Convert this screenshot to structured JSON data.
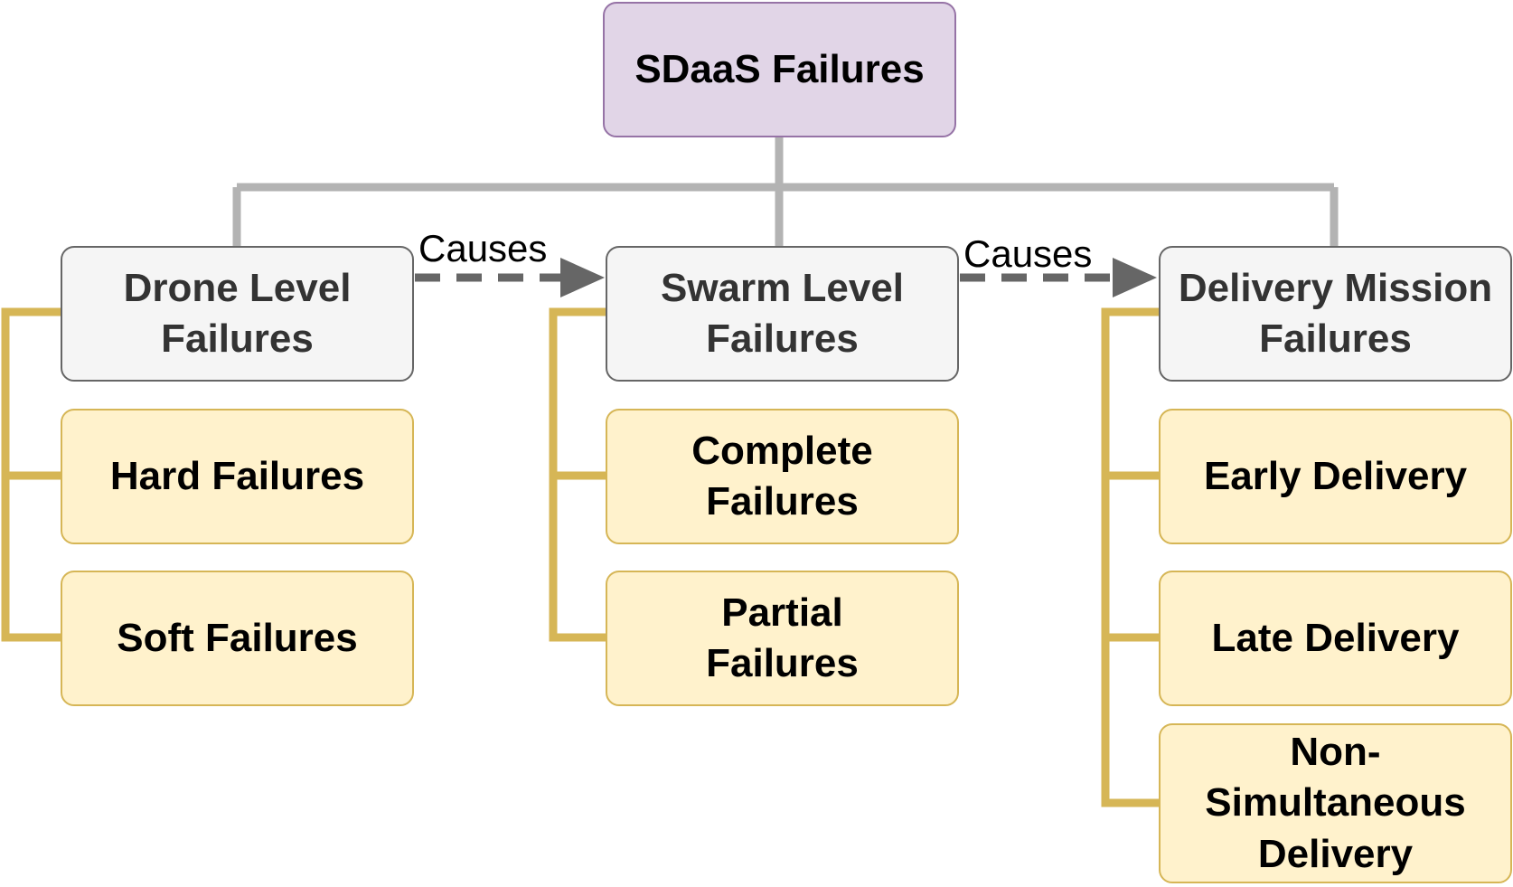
{
  "root": {
    "label": "SDaaS Failures"
  },
  "categories": [
    {
      "label": "Drone Level Failures",
      "children": [
        "Hard Failures",
        "Soft Failures"
      ]
    },
    {
      "label": "Swarm Level Failures",
      "children": [
        "Complete Failures",
        "Partial Failures"
      ]
    },
    {
      "label": "Delivery Mission Failures",
      "children": [
        "Early Delivery",
        "Late Delivery",
        "Non-Simultaneous Delivery"
      ]
    }
  ],
  "relations": [
    {
      "label": "Causes"
    },
    {
      "label": "Causes"
    }
  ],
  "colors": {
    "root_fill": "#e1d5e7",
    "root_border": "#9673a6",
    "category_fill": "#f5f5f5",
    "category_border": "#666666",
    "leaf_fill": "#fff2cc",
    "leaf_border": "#d6b656",
    "tree_line": "#b3b3b3",
    "bracket_line": "#d6b656",
    "causes_arrow": "#666666"
  }
}
